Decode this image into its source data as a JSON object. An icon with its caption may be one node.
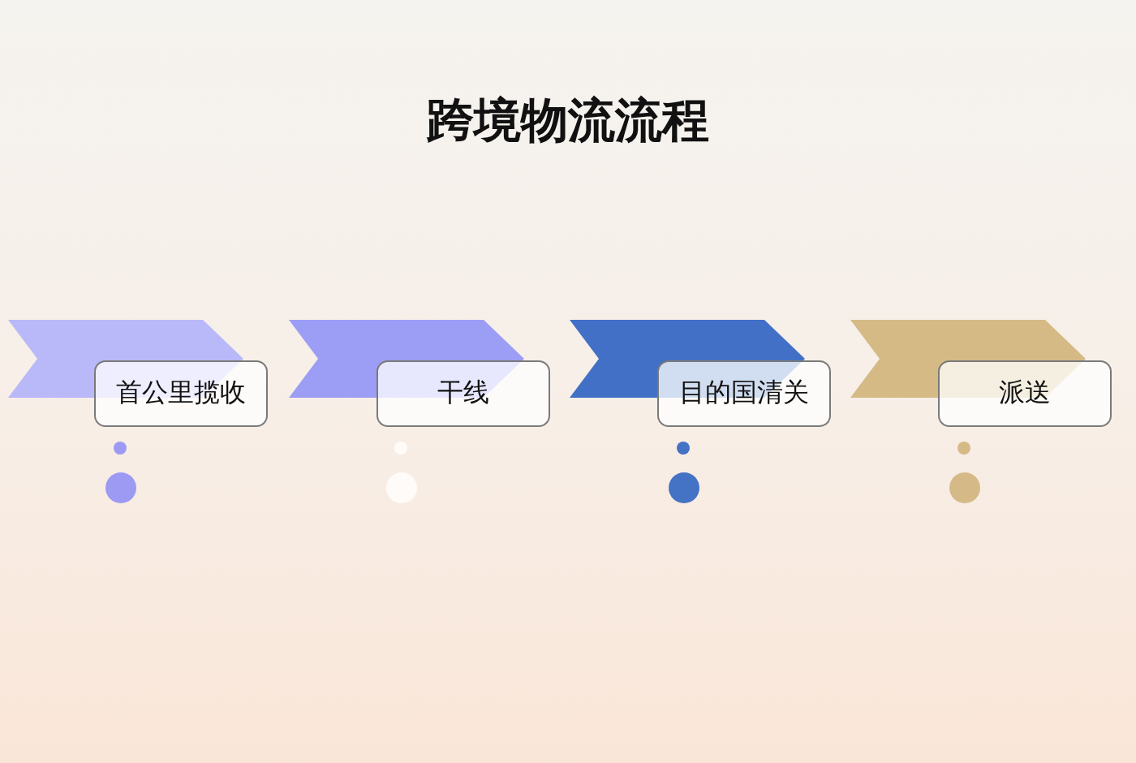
{
  "diagram": {
    "title": "跨境物流流程",
    "nodes": [
      {
        "text": [],
        "shape": "chevron"
      },
      {
        "text": [
          "首公里揽收"
        ]
      },
      {
        "text": [],
        "shape": "chevron"
      },
      {
        "text": [
          "干线"
        ]
      },
      {
        "text": [],
        "shape": "chevron"
      },
      {
        "text": [
          "目的国清关"
        ]
      },
      {
        "text": [],
        "shape": "chevron"
      },
      {
        "text": [
          "派送"
        ]
      }
    ]
  }
}
